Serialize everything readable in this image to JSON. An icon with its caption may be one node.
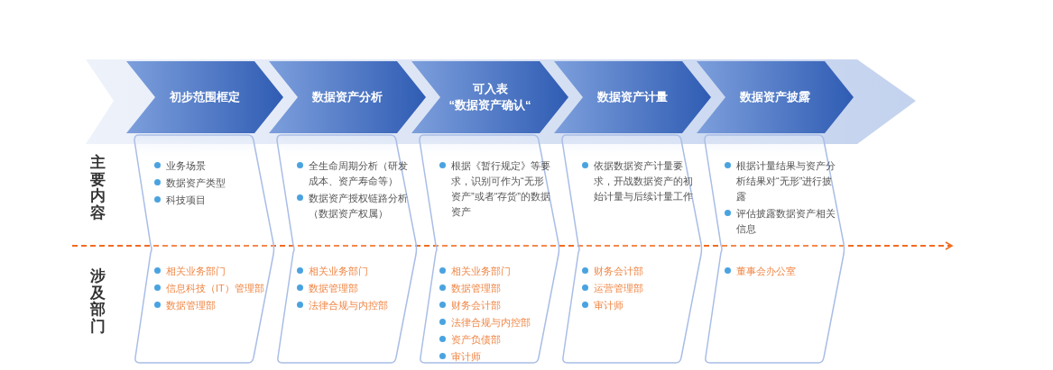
{
  "diagram": {
    "nodes": [
      {
        "text": [
          "初步范围框定"
        ]
      },
      {
        "text": [
          "数据资产分析"
        ]
      },
      {
        "text": [
          "可入表",
          "“数据资产确认“"
        ]
      },
      {
        "text": [
          "数据资产计量"
        ]
      },
      {
        "text": [
          "数据资产披露"
        ]
      },
      {
        "text": [
          "业务场景",
          "数据资产类型",
          "科技项目",
          "相关业务部门",
          "信息科技（IT）管理部",
          "数据管理部"
        ]
      },
      {
        "text": [
          "全生命周期分析（研发成本、资产寿命等）",
          "数据资产授权链路分析（数据资产权属）",
          "相关业务部门",
          "数据管理部",
          "法律合规与内控部"
        ]
      },
      {
        "text": [
          "根据《暂行规定》等要求，识别可作为“无形资产”或者“存货”的数据资产",
          "相关业务部门",
          "数据管理部",
          "财务会计部",
          "法律合规与内控部",
          "资产负债部",
          "审计师"
        ]
      },
      {
        "text": [
          "依据数据资产计量要求，开战数据资产的初始计量与后续计量工作",
          "财务会计部",
          "运营管理部",
          "审计师"
        ]
      },
      {
        "text": [
          "根据计量结果与资产分析结果对“无形”进行披露",
          "评估披露数据资产相关信息",
          "董事会办公室"
        ]
      }
    ],
    "labels": [
      "主要内容",
      "涉及部门"
    ]
  }
}
